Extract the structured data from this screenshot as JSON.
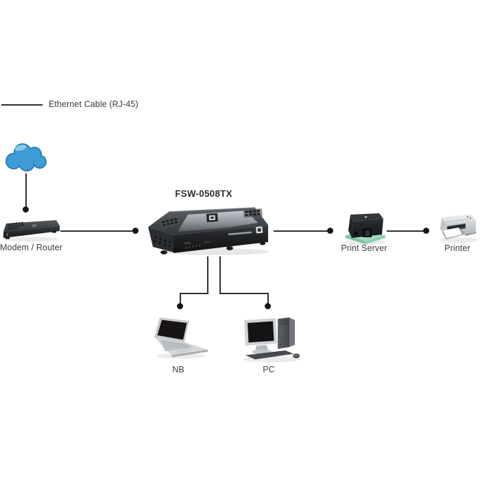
{
  "legend": {
    "label": "Ethernet Cable (RJ-45)"
  },
  "colors": {
    "cable": "#2d2d2d",
    "label_text": "#3b3b3b",
    "cloud_blue": "#3e9bd5",
    "cloud_outline": "#1d74b4",
    "pcb_green": "#9fd9ba"
  },
  "switch": {
    "model": "FSW-0508TX",
    "front_panel": {
      "power_label": "Power",
      "link_label": "Link/Act"
    }
  },
  "nodes": {
    "internet": {
      "icon": "cloud-icon"
    },
    "modem": {
      "label": "Modem / Router",
      "icon": "modem-router-icon"
    },
    "print_server": {
      "label": "Print Server",
      "icon": "print-server-icon"
    },
    "printer": {
      "label": "Printer",
      "icon": "printer-icon"
    },
    "notebook": {
      "label": "NB",
      "icon": "notebook-icon"
    },
    "pc": {
      "label": "PC",
      "icon": "desktop-pc-icon"
    }
  }
}
